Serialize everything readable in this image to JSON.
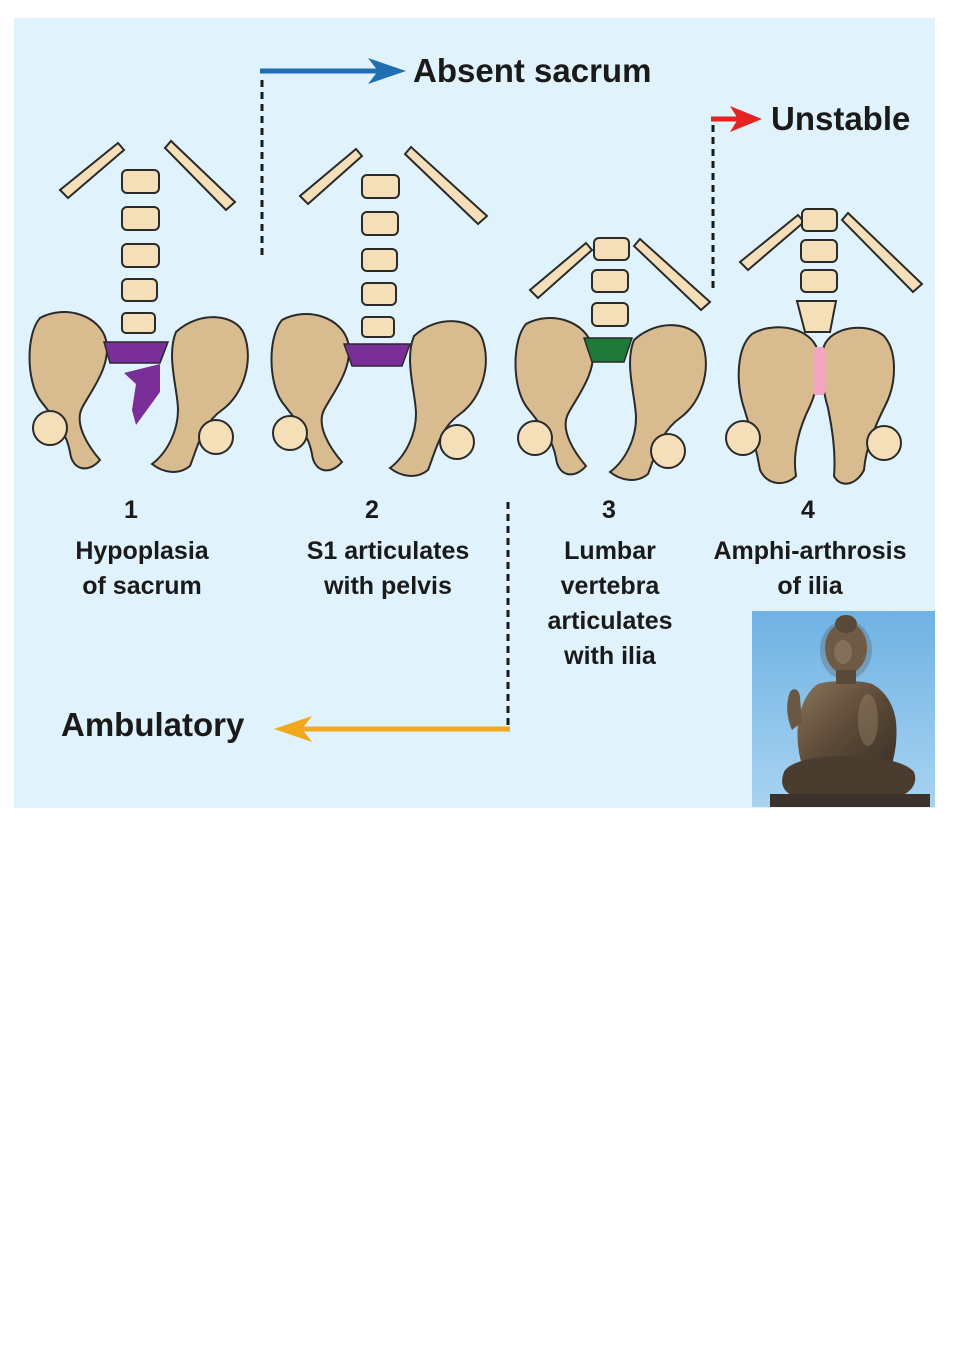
{
  "figure": {
    "background_color": "#e0f2fb",
    "outcomes": {
      "absent_sacrum": {
        "label": "Absent sacrum",
        "color": "#1f6fb2"
      },
      "unstable": {
        "label": "Unstable",
        "color": "#e52421"
      },
      "ambulatory": {
        "label": "Ambulatory",
        "color": "#f2a81c"
      }
    },
    "types": [
      {
        "number": "1",
        "caption_lines": [
          "Hypoplasia",
          "of sacrum"
        ],
        "highlight_color": "#7a2e97",
        "highlight_part": "sacrum-remnant"
      },
      {
        "number": "2",
        "caption_lines": [
          "S1 articulates",
          "with pelvis"
        ],
        "highlight_color": "#7a2e97",
        "highlight_part": "s1-vertebra"
      },
      {
        "number": "3",
        "caption_lines": [
          "Lumbar",
          "vertebra",
          "articulates",
          "with ilia"
        ],
        "highlight_color": "#1f7a3a",
        "highlight_part": "lumbar-vertebra"
      },
      {
        "number": "4",
        "caption_lines": [
          "Amphi-arthrosis",
          "of ilia"
        ],
        "highlight_color": "#f3a6c0",
        "highlight_part": "ilia-joint"
      }
    ],
    "photo": {
      "subject": "seated-buddha-statue"
    }
  }
}
